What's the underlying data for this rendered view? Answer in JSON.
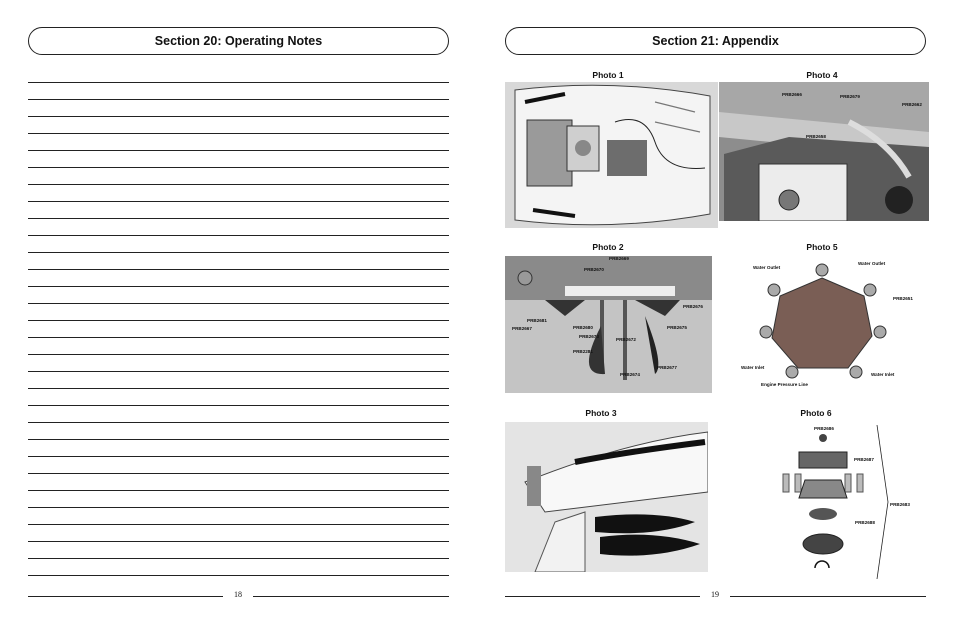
{
  "left_page": {
    "section_title": "Section 20: Operating Notes",
    "page_number": "18"
  },
  "right_page": {
    "section_title": "Section 21: Appendix",
    "page_number": "19",
    "photos": {
      "photo1": {
        "title": "Photo 1"
      },
      "photo4": {
        "title": "Photo 4",
        "labels": {
          "a": "PRB2666",
          "b": "PRB2679",
          "c": "PRB2662",
          "d": "PRB2658"
        }
      },
      "photo2": {
        "title": "Photo 2",
        "labels": {
          "a": "PRB2669",
          "b": "PRB2670",
          "c": "PRB2681",
          "d": "PRB2667",
          "e": "PRB2680",
          "f": "PRB2673",
          "g": "PRB2672",
          "h": "PRB2676",
          "i": "PRB2675",
          "j": "PRB2281",
          "k": "PRB2677",
          "l": "PRB2674"
        }
      },
      "photo5": {
        "title": "Photo 5",
        "labels": {
          "a": "Water Outlet",
          "b": "Water Outlet",
          "c": "PRB2651",
          "d": "Water Inlet",
          "e": "Water Inlet",
          "f": "Engine Pressure Line"
        }
      },
      "photo3": {
        "title": "Photo 3"
      },
      "photo6": {
        "title": "Photo 6",
        "labels": {
          "a": "PRB2686",
          "b": "PRB2687",
          "c": "PRB2688",
          "d": "PRB2683"
        }
      }
    }
  }
}
